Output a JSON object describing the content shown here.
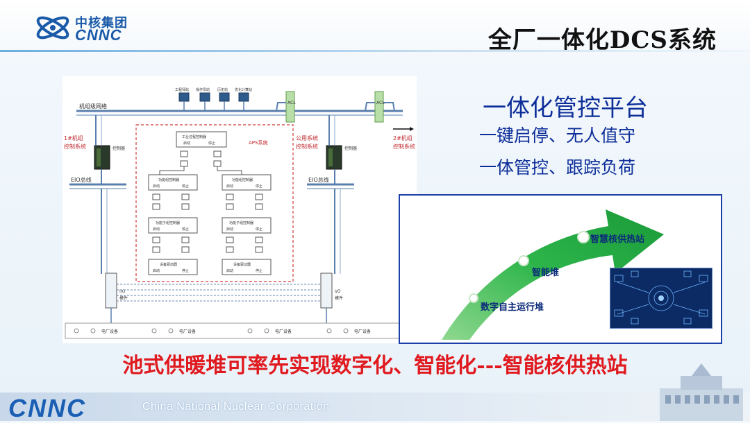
{
  "header": {
    "logo_cn": "中核集团",
    "logo_en": "CNNC",
    "title": "全厂一体化DCS系统"
  },
  "diagram": {
    "top_stations": [
      "工程师站",
      "操作员站",
      "历史站",
      "优化计算站"
    ],
    "network_label": "机组级网络",
    "unit1_label_1": "1#机组",
    "unit1_label_2": "控制系统",
    "controller_label": "控制器",
    "aps_label": "APS系统",
    "public_label_1": "公用系统",
    "public_label_2": "控制系统",
    "unit2_label_1": "2#机组",
    "unit2_label_2": "控制系统",
    "eio_left": "EIO总线",
    "eio_right": "EIO总线",
    "acl_label": "ACL",
    "top_block": "工业过程控制器",
    "start": "启动",
    "stop": "停止",
    "func_block_1": "功能组控制器",
    "func_block_2": "功能子组控制器",
    "device_block": "设备驱动器",
    "io_label": "I/O",
    "io_label2": "模件",
    "plant_equipment": "电厂设备"
  },
  "slogans": {
    "main": "一体化管控平台",
    "line1": "一键启停、无人值守",
    "line2": "一体管控、跟踪负荷"
  },
  "panel": {
    "stage1": "数字自主运行堆",
    "stage2": "智能堆",
    "stage3": "智慧核供热站",
    "arrow_color": "#2db54a"
  },
  "banner": {
    "text": "池式供暖堆可率先实现数字化、智能化---智能核供热站"
  },
  "footer": {
    "brand": "CNNC",
    "corp": "China National Nuclear Corporation"
  }
}
